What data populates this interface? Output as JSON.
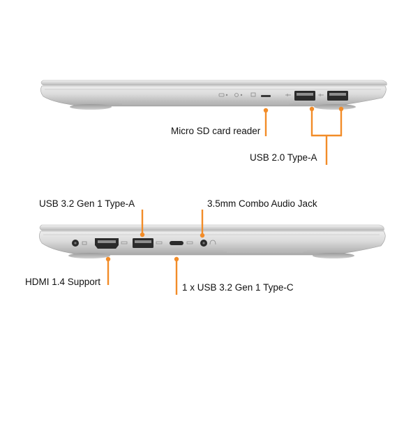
{
  "accent_color": "#f28c28",
  "views": [
    {
      "name": "right-side-view",
      "callouts": [
        {
          "id": "micro-sd",
          "label": "Micro SD card reader"
        },
        {
          "id": "usb2",
          "label": "USB 2.0 Type-A"
        }
      ]
    },
    {
      "name": "left-side-view",
      "callouts": [
        {
          "id": "usb32a",
          "label": "USB 3.2 Gen 1 Type-A"
        },
        {
          "id": "audio",
          "label": "3.5mm Combo Audio Jack"
        },
        {
          "id": "hdmi",
          "label": "HDMI 1.4 Support"
        },
        {
          "id": "usbc",
          "label": "1 x USB 3.2 Gen 1 Type-C"
        }
      ]
    }
  ],
  "icons": [
    "power-led-icon",
    "battery-led-icon",
    "sd-card-icon",
    "usb-symbol-icon",
    "hdmi-symbol-icon",
    "headphone-icon",
    "power-input-icon"
  ]
}
